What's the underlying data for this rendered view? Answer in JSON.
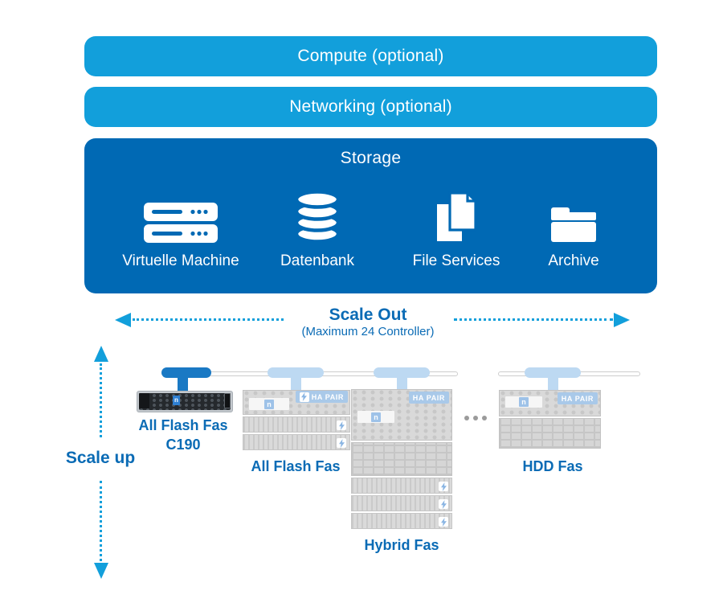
{
  "colors": {
    "light_blue": "#129fdb",
    "dark_blue": "#0069b4",
    "label_blue": "#0a6bb5",
    "conn_dark": "#1a79c4",
    "conn_light": "#bdd9f2",
    "badge_blue": "#a9c9e9",
    "bolt_blue": "#8ab5e3"
  },
  "layers": {
    "compute": {
      "label": "Compute (optional)"
    },
    "networking": {
      "label": "Networking (optional)"
    },
    "storage": {
      "title": "Storage",
      "workloads": [
        {
          "label": "Virtuelle Machine",
          "icon": "server-icon"
        },
        {
          "label": "Datenbank",
          "icon": "database-icon"
        },
        {
          "label": "File Services",
          "icon": "documents-icon"
        },
        {
          "label": "Archive",
          "icon": "folder-icon"
        }
      ]
    }
  },
  "scale_out": {
    "title": "Scale Out",
    "subtitle": "(Maximum 24 Controller)"
  },
  "scale_up": {
    "label": "Scale up"
  },
  "cluster": {
    "ha_pair_label": "HA PAIR",
    "vendor_logo_glyph": "n",
    "devices": [
      {
        "id": "aff-c190",
        "label_line1": "All Flash Fas",
        "label_line2": "C190",
        "highlighted": true
      },
      {
        "id": "all-flash-fas",
        "label": "All Flash Fas",
        "ha_pair": true
      },
      {
        "id": "hybrid-fas",
        "label": "Hybrid Fas",
        "ha_pair": true
      },
      {
        "id": "hdd-fas",
        "label": "HDD Fas",
        "ha_pair": true
      }
    ]
  }
}
